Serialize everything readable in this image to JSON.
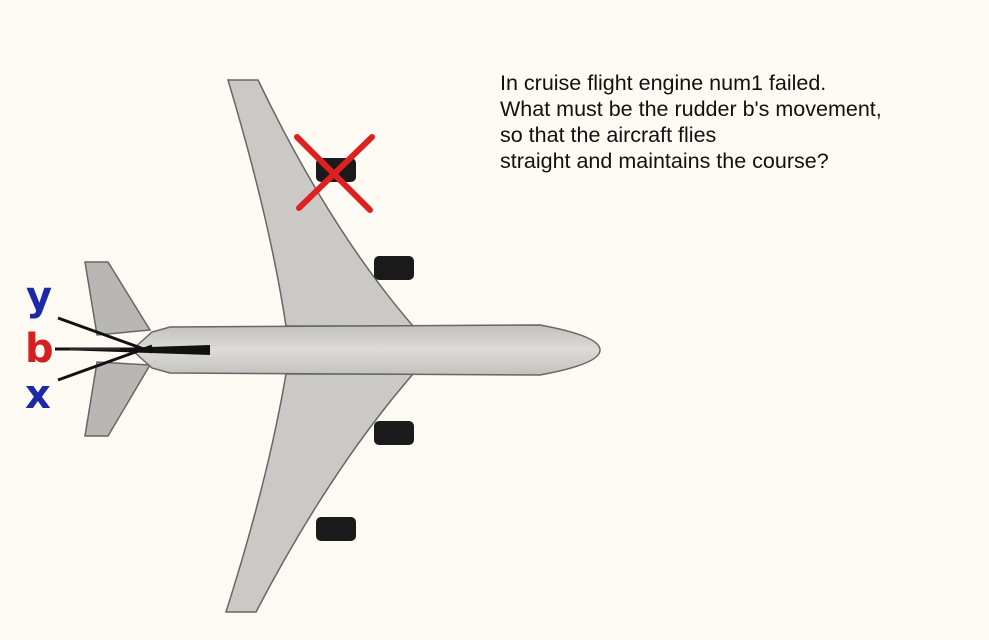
{
  "question": {
    "lines": [
      "In cruise flight engine num1 failed.",
      "What must be the rudder b's movement,",
      "so that the aircraft flies",
      "straight and maintains the course?"
    ]
  },
  "rudder_labels": {
    "y": "y",
    "b": "b",
    "x": "x"
  },
  "colors": {
    "background": "#fdf9f3",
    "fuselage": "#cfcdc9",
    "outline": "#555555",
    "engine": "#1a1a1a",
    "failure_mark": "#e02020",
    "label_yx": "#1d2aa8",
    "label_b": "#d42020"
  },
  "failed_engine": "num1",
  "icons": [
    "airplane-top-view",
    "failed-engine-cross-icon"
  ]
}
